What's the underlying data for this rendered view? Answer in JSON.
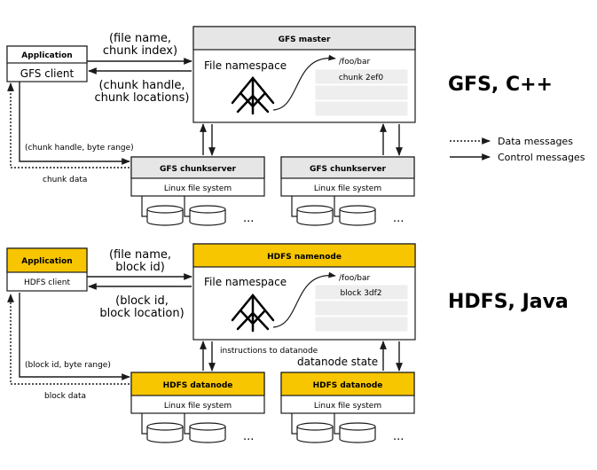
{
  "colors": {
    "stroke": "#1a1a1a",
    "header_gray": "#e6e6e6",
    "hdfs_yellow": "#f7c600",
    "row_fill": "#eeeeee"
  },
  "legend": {
    "data_messages": "Data messages",
    "control_messages": "Control messages"
  },
  "gfs": {
    "label": "GFS, C++",
    "app": {
      "title": "Application",
      "client": "GFS client"
    },
    "request": {
      "line1": "(file name,",
      "line2": "chunk index)"
    },
    "response": {
      "line1": "(chunk handle,",
      "line2": "chunk locations)"
    },
    "master": {
      "title": "GFS master",
      "namespace": "File namespace",
      "path": "/foo/bar",
      "entry": "chunk 2ef0"
    },
    "read_request": "(chunk handle, byte range)",
    "data_reply": "chunk data",
    "servers": [
      {
        "title": "GFS chunkserver",
        "fs": "Linux file system",
        "more": "..."
      },
      {
        "title": "GFS chunkserver",
        "fs": "Linux file system",
        "more": "..."
      }
    ]
  },
  "hdfs": {
    "label": "HDFS, Java",
    "app": {
      "title": "Application",
      "client": "HDFS client"
    },
    "request": {
      "line1": "(file name,",
      "line2": "block id)"
    },
    "response": {
      "line1": "(block id,",
      "line2": "block location)"
    },
    "master": {
      "title": "HDFS namenode",
      "namespace": "File namespace",
      "path": "/foo/bar",
      "entry": "block 3df2"
    },
    "instructions": "instructions to datanode",
    "state": "datanode state",
    "read_request": "(block id, byte range)",
    "data_reply": "block data",
    "servers": [
      {
        "title": "HDFS datanode",
        "fs": "Linux file system",
        "more": "..."
      },
      {
        "title": "HDFS datanode",
        "fs": "Linux file system",
        "more": "..."
      }
    ]
  }
}
